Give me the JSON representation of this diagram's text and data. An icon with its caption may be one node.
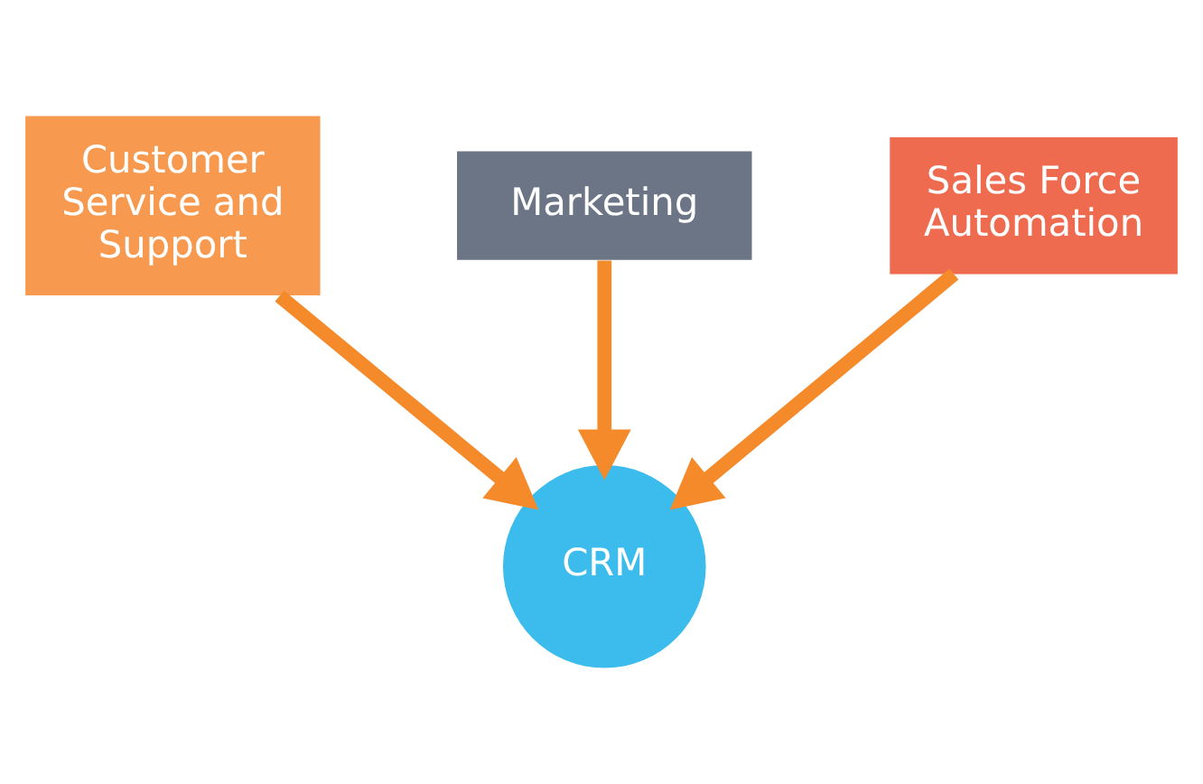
{
  "diagram": {
    "nodes": [
      {
        "text": [
          "Marketing"
        ]
      },
      {
        "text": [
          "Customer Service and Support"
        ]
      },
      {
        "text": [
          "Sales Force Automation"
        ]
      },
      {
        "text": [
          "CRM"
        ]
      }
    ],
    "edges": [
      {
        "from": 0,
        "to": 3,
        "arrow": "to"
      },
      {
        "from": 1,
        "to": 3,
        "arrow": "to"
      },
      {
        "from": 2,
        "to": 3,
        "arrow": "to"
      }
    ]
  }
}
